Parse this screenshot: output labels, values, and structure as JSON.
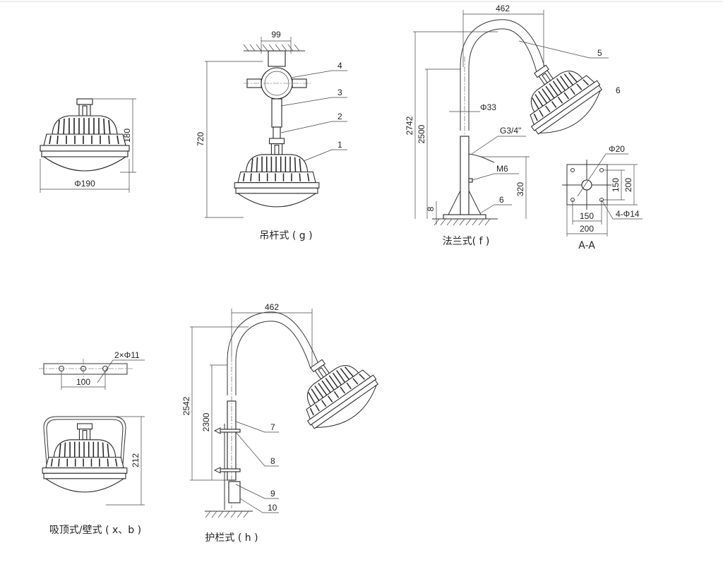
{
  "views": {
    "ceiling": {
      "diameter": "Φ190",
      "height": "180"
    },
    "g": {
      "width": "99",
      "height": "720",
      "callouts": [
        "4",
        "3",
        "2",
        "1"
      ],
      "caption": "吊杆式 ( g )"
    },
    "f": {
      "width": "462",
      "total_height": "2742",
      "pole_height": "2500",
      "pipe_dia": "Φ33",
      "thread": "G3/4\"",
      "bolt": "M6",
      "plate": "8",
      "outlet_height": "320",
      "callout_arm": "5",
      "callout_lamp": "6",
      "callout_base": "6",
      "caption": "法兰式( f )"
    },
    "aa": {
      "hole_center": "Φ20",
      "inner_v": "150",
      "outer_v": "200",
      "inner_h": "150",
      "outer_h": "200",
      "holes": "4-Φ14",
      "caption": "A-A"
    },
    "xb": {
      "holes": "2×Φ11",
      "spacing": "100",
      "height": "212",
      "caption": "吸顶式/壁式 ( x、b )"
    },
    "h": {
      "width": "462",
      "total_height": "2542",
      "pole_height": "2300",
      "callouts": [
        "7",
        "8",
        "9",
        "10"
      ],
      "caption": "护栏式 ( h )"
    }
  }
}
